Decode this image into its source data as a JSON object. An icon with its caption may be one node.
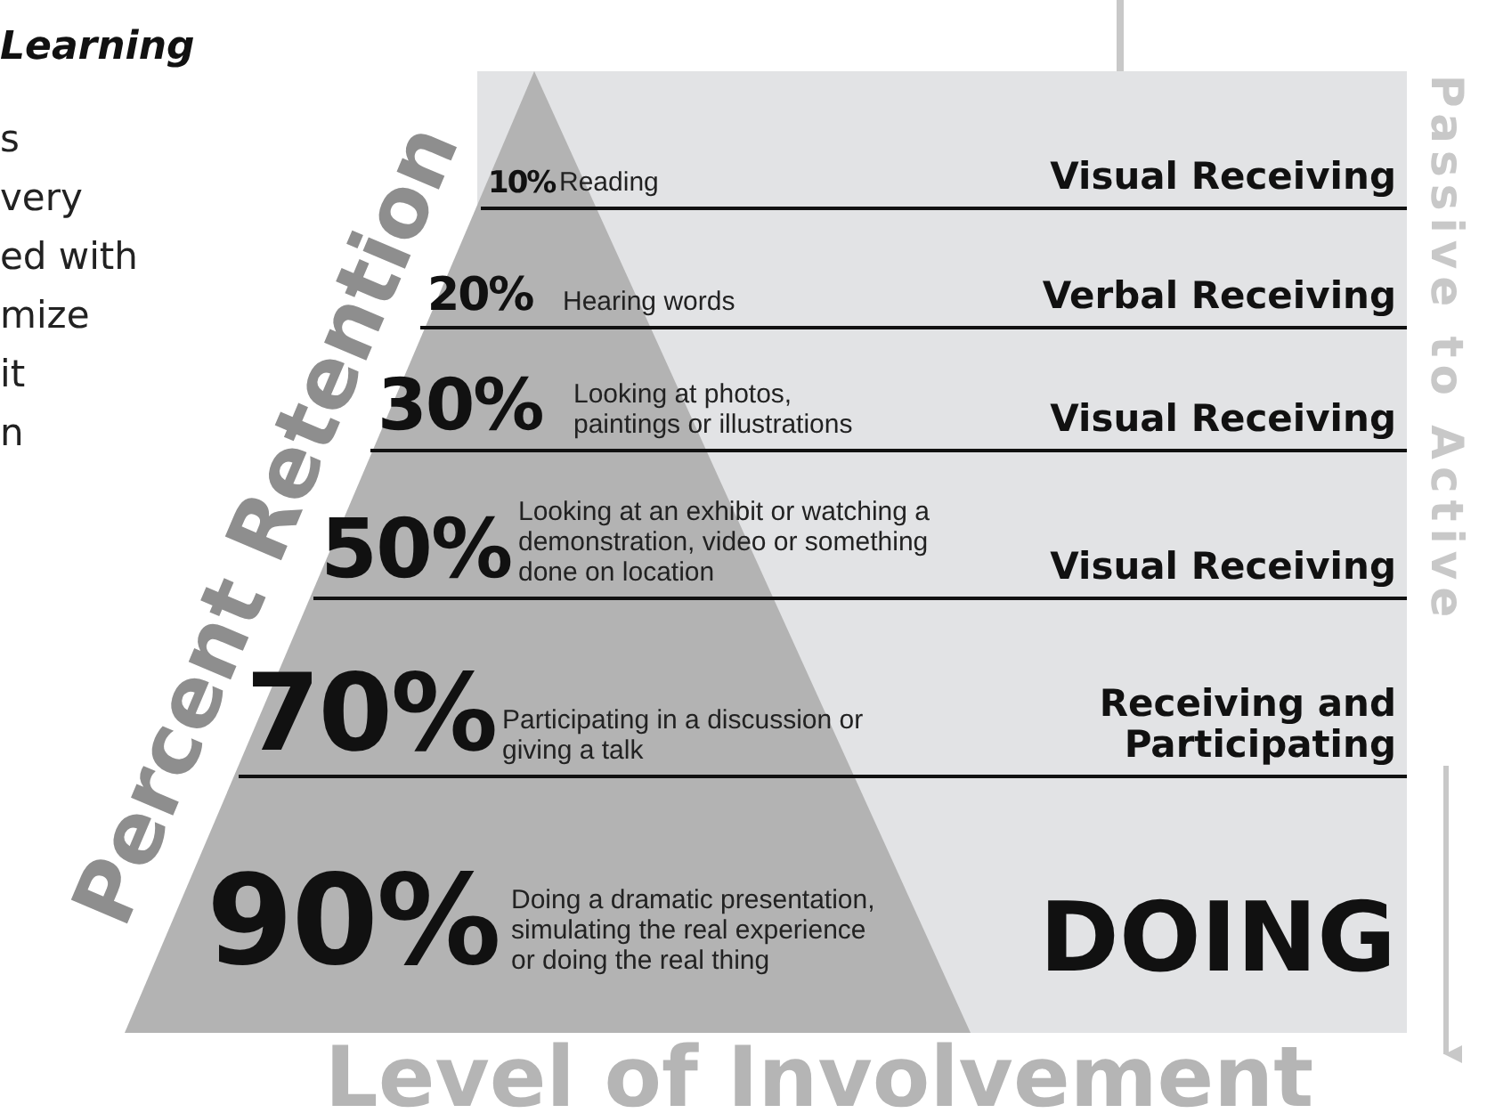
{
  "diagram": {
    "title": "Learning",
    "nodes": [
      {
        "text": [
          "10%",
          "Reading",
          "Visual Receiving"
        ]
      },
      {
        "text": [
          "20%",
          "Hearing words",
          "Verbal Receiving"
        ]
      },
      {
        "text": [
          "30%",
          "Looking at photos, paintings or illustrations",
          "Visual Receiving"
        ]
      },
      {
        "text": [
          "50%",
          "Looking at an exhibit or watching a demonstration, video or something done on location",
          "Visual Receiving"
        ]
      },
      {
        "text": [
          "70%",
          "Participating in a discussion or giving a talk",
          "Receiving and Participating"
        ]
      },
      {
        "text": [
          "90%",
          "Doing a dramatic presentation, simulating the real experience or doing the real thing",
          "DOING"
        ]
      }
    ],
    "labels": [
      "s",
      "very",
      "ed with",
      "mize",
      "it",
      "n",
      "Percent Retention",
      "Passive to Active",
      "Level of Involvement"
    ]
  }
}
